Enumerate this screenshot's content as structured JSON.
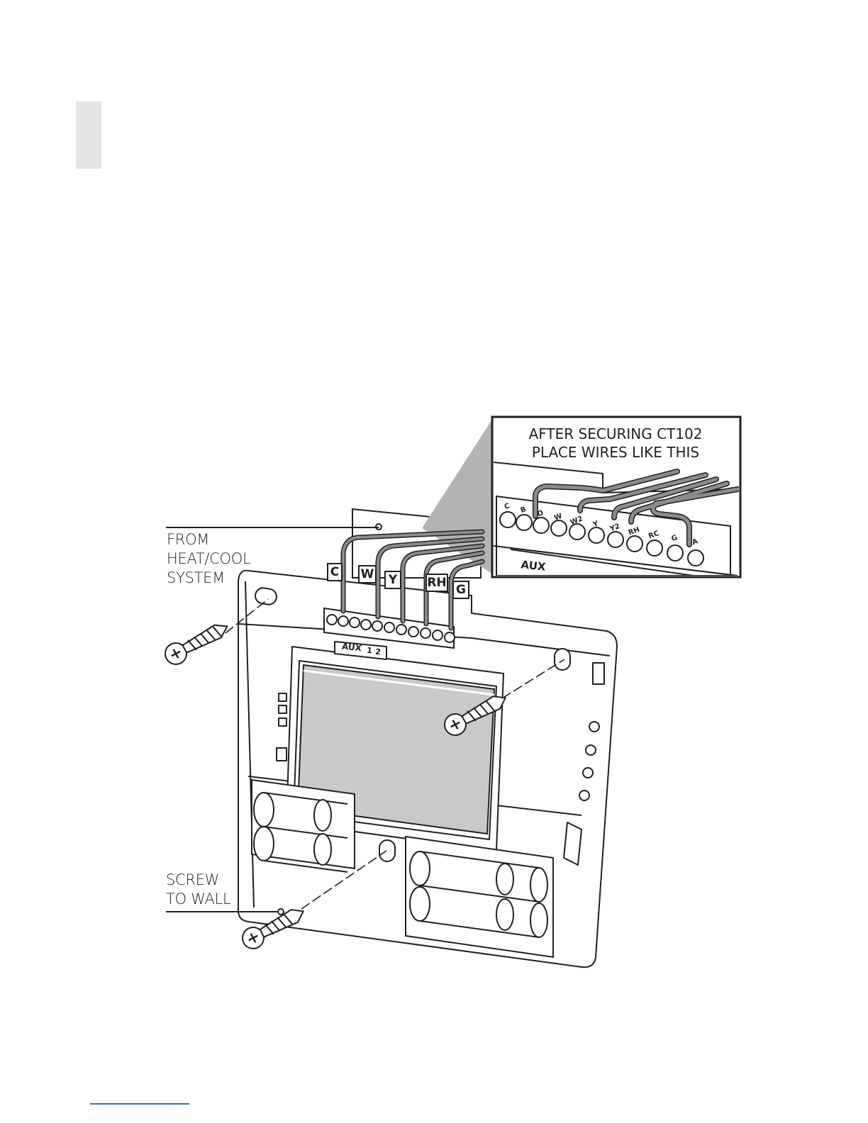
{
  "labels": {
    "from_system_line1": "FROM",
    "from_system_line2": "HEAT/COOL",
    "from_system_line3": "SYSTEM",
    "screw_line1": "SCREW",
    "screw_line2": "TO WALL"
  },
  "terminal_tags": [
    "C",
    "W",
    "Y",
    "RH",
    "G"
  ],
  "inset": {
    "title_line1": "AFTER SECURING CT102",
    "title_line2": "PLACE WIRES LIKE THIS",
    "terminal_block_labels": [
      "C",
      "B",
      "O",
      "W",
      "W2",
      "Y",
      "Y2",
      "RH",
      "RC",
      "G",
      "A"
    ],
    "aux_label": "AUX"
  },
  "board": {
    "aux_label": "AUX",
    "aux_nums": [
      "1",
      "2"
    ]
  },
  "colors": {
    "wire": "#8c8c8c",
    "screen": "#c9c9c9",
    "line": "#231f20",
    "tab": "#e4e4e4",
    "footer_rule": "#2f6fd0"
  }
}
